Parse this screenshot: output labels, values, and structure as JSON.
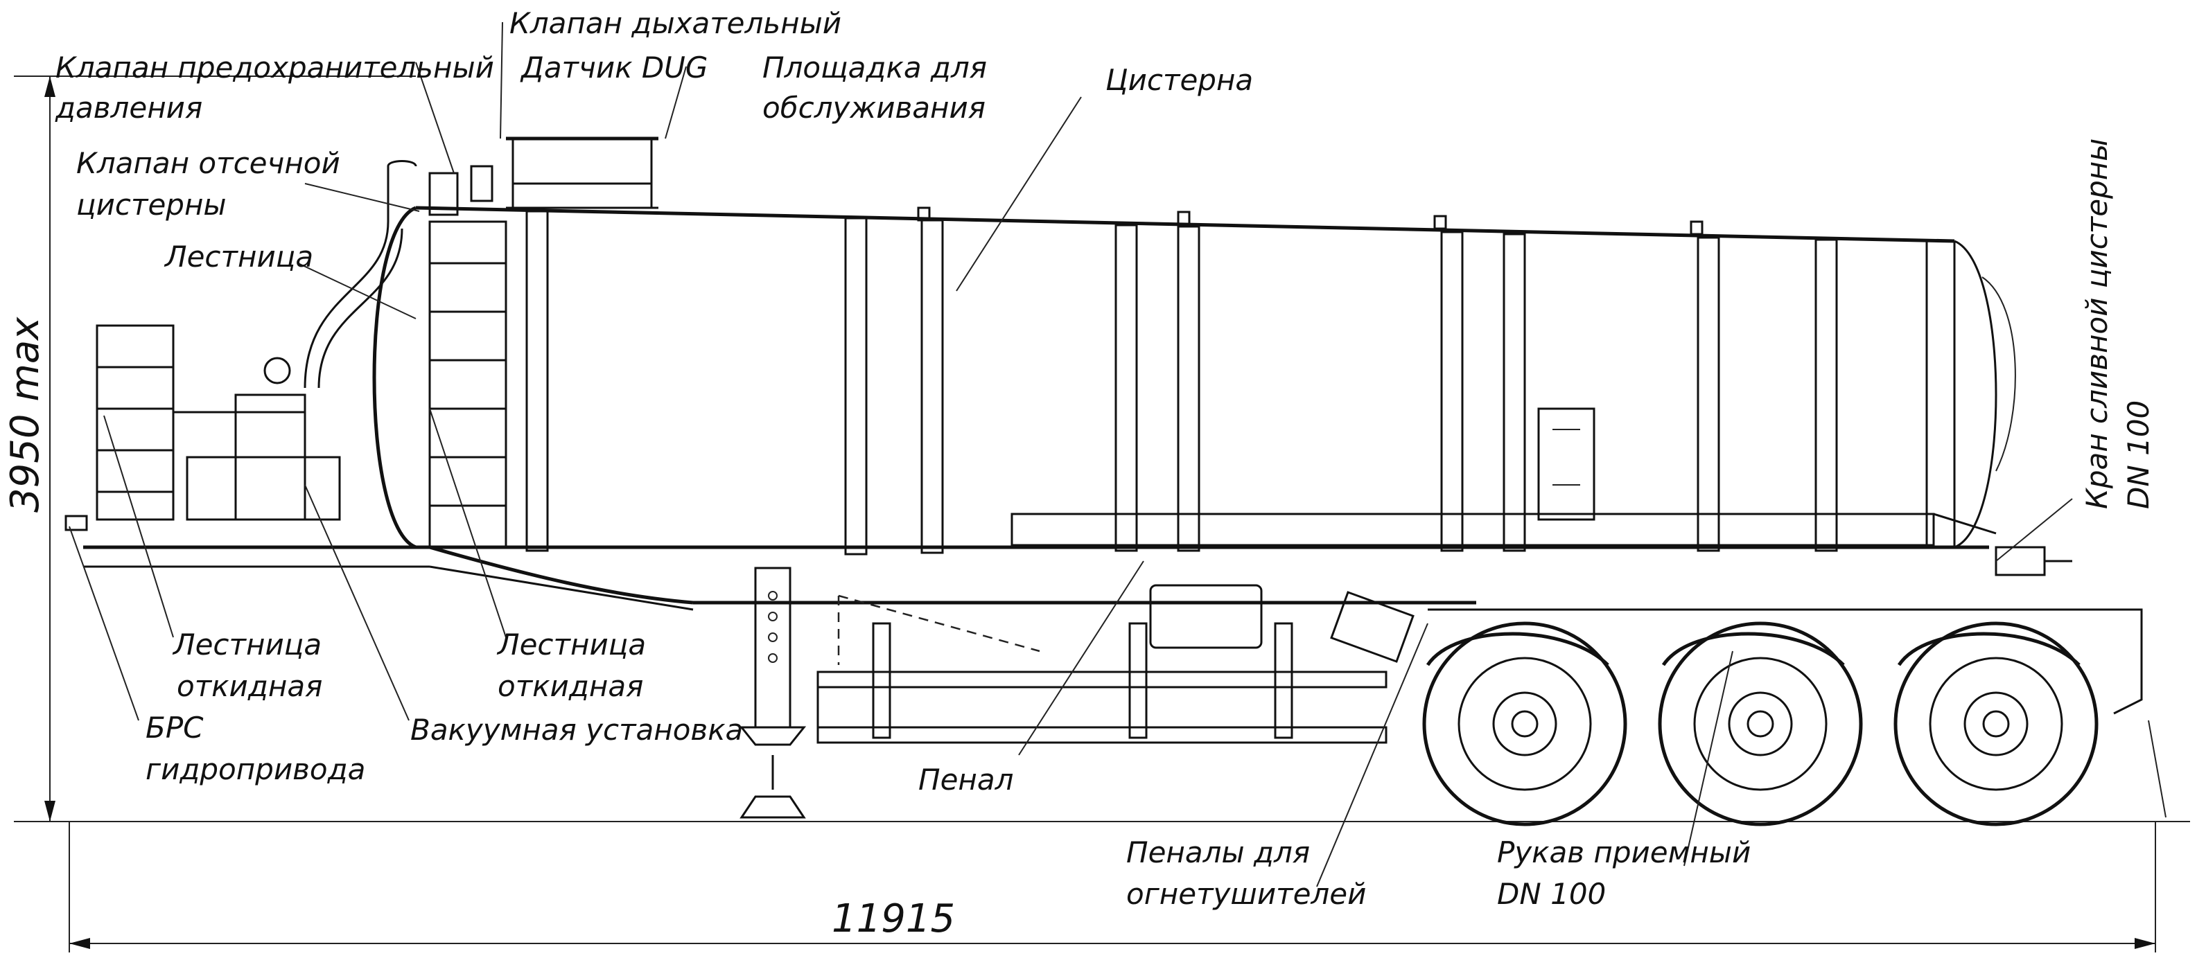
{
  "title": "Полуприцеп-цистерна — общий вид",
  "labels": {
    "valve_breathing": "Клапан дыхательный",
    "valve_safety_1": "Клапан предохранительный",
    "valve_safety_2": "давления",
    "sensor_dug": "Датчик DUG",
    "platform_1": "Площадка для",
    "platform_2": "обслуживания",
    "tank": "Цистерна",
    "valve_shutoff_1": "Клапан отсечной",
    "valve_shutoff_2": "цистерны",
    "ladder": "Лестница",
    "drain_tap_1": "Кран сливной цистерны",
    "drain_tap_2": "DN 100",
    "ladder_folding_left_1": "Лестница",
    "ladder_folding_left_2": "откидная",
    "brs_1": "БРС",
    "brs_2": "гидропривода",
    "ladder_folding_mid_1": "Лестница",
    "ladder_folding_mid_2": "откидная",
    "vacuum_unit": "Вакуумная установка",
    "pencil_case": "Пенал",
    "extinguisher_cases_1": "Пеналы для",
    "extinguisher_cases_2": "огнетушителей",
    "hose_1": "Рукав приемный",
    "hose_2": "DN 100"
  },
  "dimensions": {
    "height": "3950 max",
    "length": "11915"
  }
}
